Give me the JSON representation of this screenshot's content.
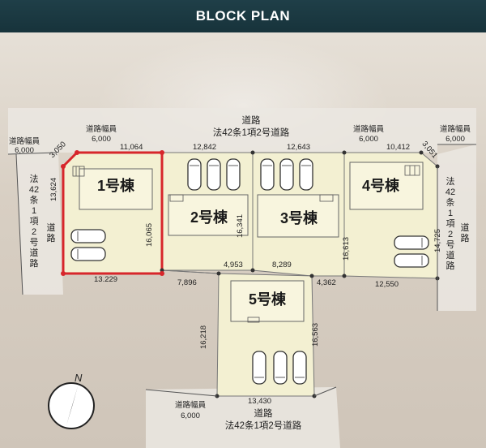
{
  "header": {
    "title": "BLOCK PLAN"
  },
  "roads": {
    "top": {
      "name": "道路",
      "sub": "法42条1項2号道路"
    },
    "bottom": {
      "name": "道路",
      "sub": "法42条1項2号道路"
    },
    "left_vertical": "法\n42\n条\n1\n項\n2\n号\n道\n路",
    "left_vertical_side": "道\n路",
    "right_vertical": "法\n42\n条\n1\n項\n2\n号\n道\n路",
    "right_vertical_side": "道\n路",
    "width_top_left": {
      "label": "道路幅員",
      "value": "6,000"
    },
    "width_top_center": {
      "label": "道路幅員",
      "value": "6,000"
    },
    "width_top_right1": {
      "label": "道路幅員",
      "value": "6,000"
    },
    "width_top_right2": {
      "label": "道路幅員",
      "value": "6,000"
    },
    "width_bottom": {
      "label": "道路幅員",
      "value": "6,000"
    }
  },
  "buildings": [
    {
      "name": "1号棟"
    },
    {
      "name": "2号棟"
    },
    {
      "name": "3号棟"
    },
    {
      "name": "4号棟"
    },
    {
      "name": "5号棟"
    }
  ],
  "dimensions": {
    "d3050": "3,050",
    "d11064": "11,064",
    "d12842": "12,842",
    "d12643": "12,643",
    "d10412": "10,412",
    "d3051": "3,051",
    "d13624": "13,624",
    "d16065": "16,065",
    "d16341": "16,341",
    "d16613": "16,613",
    "d14725": "14,725",
    "d13229": "13.229",
    "d7896": "7,896",
    "d4953": "4,953",
    "d8289": "8,289",
    "d4362": "4,362",
    "d12550": "12,550",
    "d16218": "16,218",
    "d16563": "16,563",
    "d13430": "13,430"
  },
  "compass": {
    "label": "N"
  },
  "colors": {
    "header": "#1f3f48",
    "highlight": "#d7262b",
    "lot": "#f3f0d2",
    "building": "#f8f5de"
  }
}
